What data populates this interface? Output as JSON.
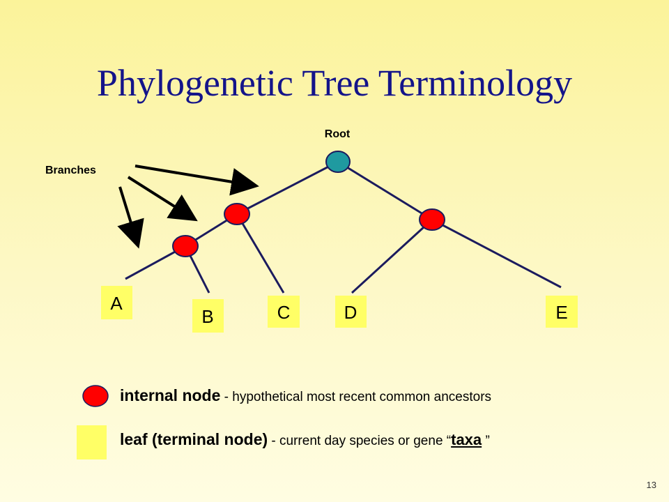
{
  "title": "Phylogenetic Tree Terminology",
  "labels": {
    "root": "Root",
    "branches": "Branches"
  },
  "leaves": {
    "a": "A",
    "b": "B",
    "c": "C",
    "d": "D",
    "e": "E"
  },
  "legend": {
    "internal_term": "internal node",
    "internal_desc": " - hypothetical most recent common ancestors",
    "leaf_term": "leaf (terminal node)",
    "leaf_desc": " - current day species or gene “",
    "leaf_taxa": "taxa",
    "leaf_close": " ”"
  },
  "page_number": "13",
  "colors": {
    "title": "#14148a",
    "edge": "#1b1b5e",
    "internal_node": "#ff0000",
    "root_node": "#1f9aa0",
    "leaf_fill": "#ffff66"
  }
}
